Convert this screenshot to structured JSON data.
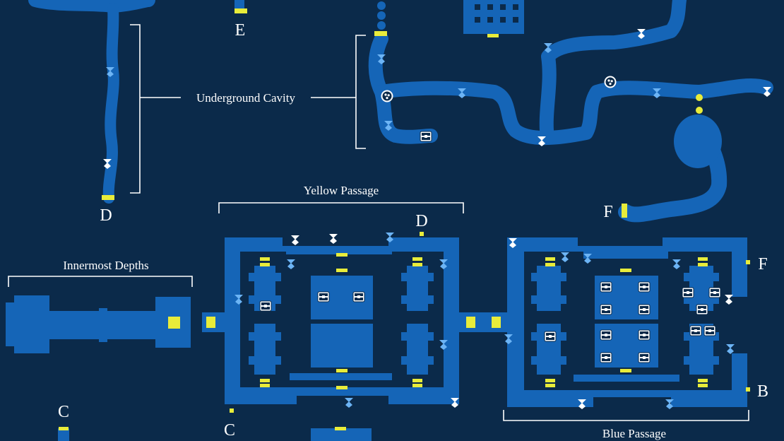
{
  "labels": {
    "underground_cavity": "Underground Cavity",
    "yellow_passage": "Yellow Passage",
    "innermost_depths": "Innermost Depths",
    "blue_passage": "Blue Passage"
  },
  "exits": {
    "e": "E",
    "d_left": "D",
    "d_top": "D",
    "f_left": "F",
    "f_right": "F",
    "c_left": "C",
    "c_mid": "C",
    "b": "B"
  },
  "icons": {
    "save_point": "save-point-icon",
    "treasure_chest": "treasure-chest-icon",
    "enemy_white": "enemy-white-icon",
    "enemy_blue": "enemy-blue-icon",
    "door": "yellow-door-icon"
  },
  "colors": {
    "background": "#0b2a4a",
    "path": "#1565b7",
    "door": "#e8ec3a",
    "enemy_blue": "#6cb4f5",
    "enemy_white": "#ffffff"
  }
}
